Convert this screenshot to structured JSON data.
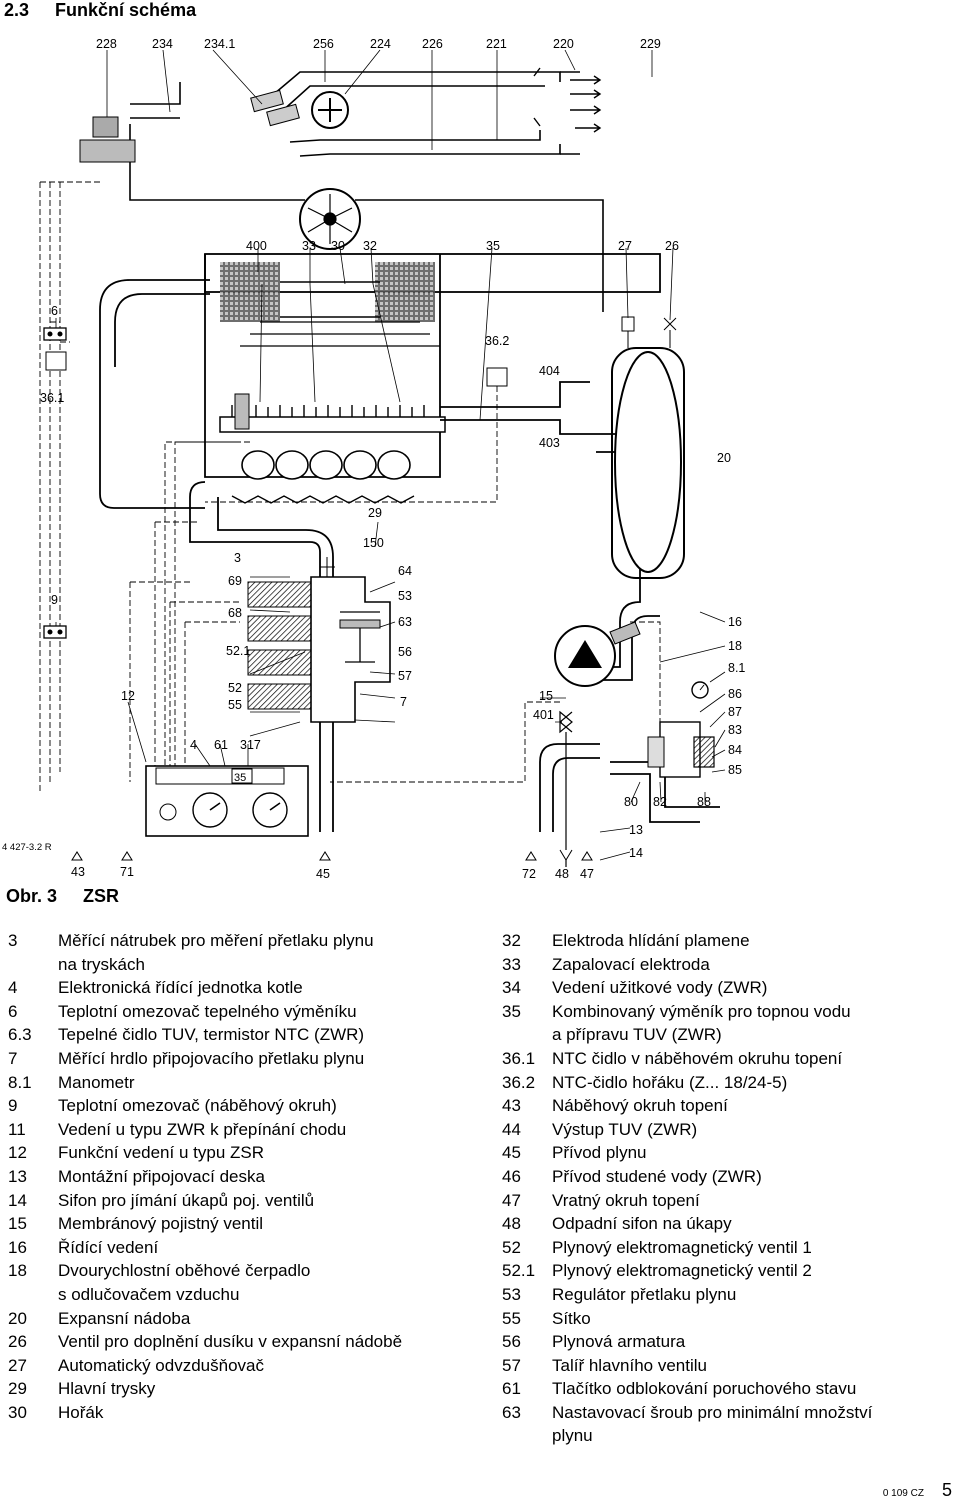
{
  "section": {
    "number": "2.3",
    "title": "Funkční schéma"
  },
  "figure": {
    "label": "Obr. 3",
    "variant": "ZSR",
    "drawing_ref": "4 427-3.2 R",
    "display_value": "35",
    "callouts": {
      "top": [
        "228",
        "234",
        "234.1",
        "256",
        "224",
        "226",
        "221",
        "220",
        "229"
      ],
      "burner": [
        "400",
        "33",
        "30",
        "32",
        "35",
        "27",
        "26"
      ],
      "l6": "6",
      "l36_2": "36.2",
      "l404": "404",
      "l36_1": "36.1",
      "l403": "403",
      "l20": "20",
      "l29": "29",
      "l150": "150",
      "l3": "3",
      "l69": "69",
      "l64": "64",
      "l68": "68",
      "l53": "53",
      "l63": "63",
      "l9": "9",
      "l16": "16",
      "l18": "18",
      "l52_1": "52.1",
      "l56": "56",
      "l57": "57",
      "l8_1": "8.1",
      "l12": "12",
      "l52": "52",
      "l55": "55",
      "l7": "7",
      "l15": "15",
      "l86": "86",
      "l401": "401",
      "l87": "87",
      "l83": "83",
      "l4": "4",
      "l61": "61",
      "l317": "317",
      "l84": "84",
      "l85": "85",
      "l80": "80",
      "l82": "82",
      "l88": "88",
      "l13": "13",
      "l14": "14",
      "l43": "43",
      "l71": "71",
      "l45": "45",
      "l72": "72",
      "l48": "48",
      "l47": "47"
    }
  },
  "legend_left": [
    {
      "code": "3",
      "text": "Měřící nátrubek pro měření přetlaku plynu"
    },
    {
      "code": "",
      "text": "na tryskách"
    },
    {
      "code": "4",
      "text": "Elektronická řídící jednotka kotle"
    },
    {
      "code": "6",
      "text": "Teplotní omezovač tepelného výměníku"
    },
    {
      "code": "6.3",
      "text": "Tepelné čidlo TUV, termistor NTC (ZWR)"
    },
    {
      "code": "7",
      "text": "Měřící hrdlo připojovacího přetlaku plynu"
    },
    {
      "code": "8.1",
      "text": "Manometr"
    },
    {
      "code": "9",
      "text": "Teplotní omezovač (náběhový okruh)"
    },
    {
      "code": "11",
      "text": "Vedení u typu ZWR k přepínání chodu"
    },
    {
      "code": "12",
      "text": "Funkční vedení u typu ZSR"
    },
    {
      "code": "13",
      "text": "Montážní připojovací deska"
    },
    {
      "code": "14",
      "text": "Sifon pro jímání úkapů poj. ventilů"
    },
    {
      "code": "15",
      "text": "Membránový pojistný ventil"
    },
    {
      "code": "16",
      "text": "Řídící vedení"
    },
    {
      "code": "18",
      "text": "Dvourychlostní oběhové čerpadlo"
    },
    {
      "code": "",
      "text": "s odlučovačem vzduchu"
    },
    {
      "code": "20",
      "text": "Expansní nádoba"
    },
    {
      "code": "26",
      "text": "Ventil pro doplnění dusíku v expansní nádobě"
    },
    {
      "code": "27",
      "text": "Automatický odvzdušňovač"
    },
    {
      "code": "29",
      "text": "Hlavní trysky"
    },
    {
      "code": "30",
      "text": "Hořák"
    }
  ],
  "legend_right": [
    {
      "code": "32",
      "text": "Elektroda hlídání plamene"
    },
    {
      "code": "33",
      "text": "Zapalovací elektroda"
    },
    {
      "code": "34",
      "text": "Vedení užitkové vody (ZWR)"
    },
    {
      "code": "35",
      "text": "Kombinovaný výměník pro topnou vodu"
    },
    {
      "code": "",
      "text": "a přípravu TUV (ZWR)"
    },
    {
      "code": "36.1",
      "text": "NTC čidlo v náběhovém okruhu topení"
    },
    {
      "code": "36.2",
      "text": "NTC-čidlo hořáku (Z... 18/24-5)"
    },
    {
      "code": "43",
      "text": "Náběhový okruh topení"
    },
    {
      "code": "44",
      "text": "Výstup TUV (ZWR)"
    },
    {
      "code": "45",
      "text": "Přívod plynu"
    },
    {
      "code": "46",
      "text": "Přívod studené vody (ZWR)"
    },
    {
      "code": "47",
      "text": "Vratný okruh topení"
    },
    {
      "code": "48",
      "text": "Odpadní sifon na úkapy"
    },
    {
      "code": "52",
      "text": "Plynový elektromagnetický ventil 1"
    },
    {
      "code": "52.1",
      "text": "Plynový elektromagnetický ventil 2"
    },
    {
      "code": "53",
      "text": "Regulátor přetlaku plynu"
    },
    {
      "code": "55",
      "text": "Sítko"
    },
    {
      "code": "56",
      "text": "Plynová armatura"
    },
    {
      "code": "57",
      "text": "Talíř hlavního ventilu"
    },
    {
      "code": "61",
      "text": "Tlačítko odblokování poruchového stavu"
    },
    {
      "code": "63",
      "text": "Nastavovací šroub pro minimální množství"
    },
    {
      "code": "",
      "text": "plynu"
    }
  ],
  "footer": {
    "doc_code": "0 109 CZ",
    "page": "5"
  }
}
